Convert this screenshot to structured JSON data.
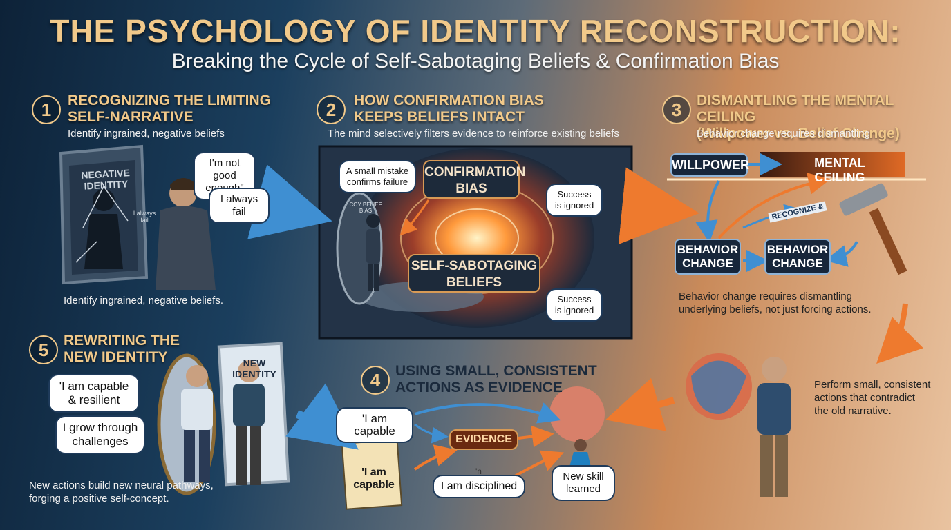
{
  "header": {
    "title": "THE PSYCHOLOGY OF IDENTITY RECONSTRUCTION:",
    "subtitle": "Breaking the Cycle of Self-Sabotaging Beliefs & Confirmation Bias"
  },
  "sections": {
    "s1": {
      "number": "1",
      "title_line1": "RECOGNIZING THE LIMITING",
      "title_line2": "SELF-NARRATIVE",
      "desc": "Identify ingrained, negative beliefs",
      "mirror_label": "NEGATIVE IDENTITY",
      "mirror_small": "I always fail",
      "bubble1": "I'm not good enough\"",
      "bubble2": "I always fail",
      "bottom_desc": "Identify ingrained, negative beliefs."
    },
    "s2": {
      "number": "2",
      "title_line1": "HOW CONFIRMATION BIAS",
      "title_line2": "KEEPS BELIEFS INTACT",
      "desc": "The mind selectively filters evidence to reinforce existing beliefs",
      "bubble_mistake": "A small mistake confirms failure",
      "box_bias": "CONFIRMATION BIAS",
      "bubble_success1": "Success is ignored",
      "box_sabotage": "SELF-SABOTAGING BELIEFS",
      "bubble_success2": "Success is ignored",
      "mirror_small": "COY BELIEF BIAS"
    },
    "s3": {
      "number": "3",
      "title_line1": "DISMANTLING THE MENTAL CEILING",
      "title_line2": "(Willpower vs. Belief Change)",
      "desc": "Behavior change requires dismantling",
      "box_willpower": "WILLPOWER",
      "box_ceiling": "MENTAL CEILING",
      "arrow_label": "RECOGNIZE &",
      "box_behavior1": "BEHAVIOR CHANGE",
      "box_behavior2": "BEHAVIOR CHANGE",
      "bottom_desc": "Behavior change requires dismantling underlying beliefs, not just forcing actions.",
      "side_desc": "Perform small, consistent actions that contradict the old narrative."
    },
    "s4": {
      "number": "4",
      "title_line1": "USING SMALL, CONSISTENT",
      "title_line2": "ACTIONS AS EVIDENCE",
      "bubble_capable": "'I am capable",
      "notebook": "'I am capable",
      "box_evidence": "EVIDENCE",
      "bubble_disciplined": "I am disciplined",
      "bubble_disciplined_mark": "'n",
      "bubble_skill": "New skill learned"
    },
    "s5": {
      "number": "5",
      "title_line1": "REWRITING THE",
      "title_line2": "NEW IDENTITY",
      "mirror_label": "NEW IDENTITY",
      "bubble1": "'I am capable & resilient",
      "bubble2": "I grow through challenges",
      "bottom_desc": "New actions build new neural pathways, forging a positive self-concept."
    }
  },
  "colors": {
    "gold": "#f1c98a",
    "blue_arrow": "#3f8fd2",
    "orange_arrow": "#ee7a2e",
    "navy": "#17263a"
  }
}
